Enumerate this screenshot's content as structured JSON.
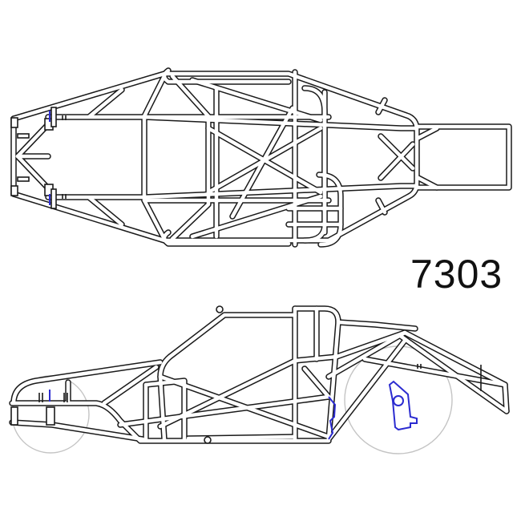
{
  "drawing": {
    "model_number": "7303",
    "views": [
      {
        "name": "top-view",
        "description": "Top (plan) view of tubular chassis frame"
      },
      {
        "name": "side-view",
        "description": "Side elevation view of tubular chassis frame with wheel outlines"
      }
    ],
    "colors": {
      "tube_outline": "#1a1a1a",
      "tube_fill": "#ffffff",
      "wheel_outline": "#c4c4c4",
      "suspension_mounts": "#2b2bd0",
      "background": "#ffffff"
    }
  }
}
